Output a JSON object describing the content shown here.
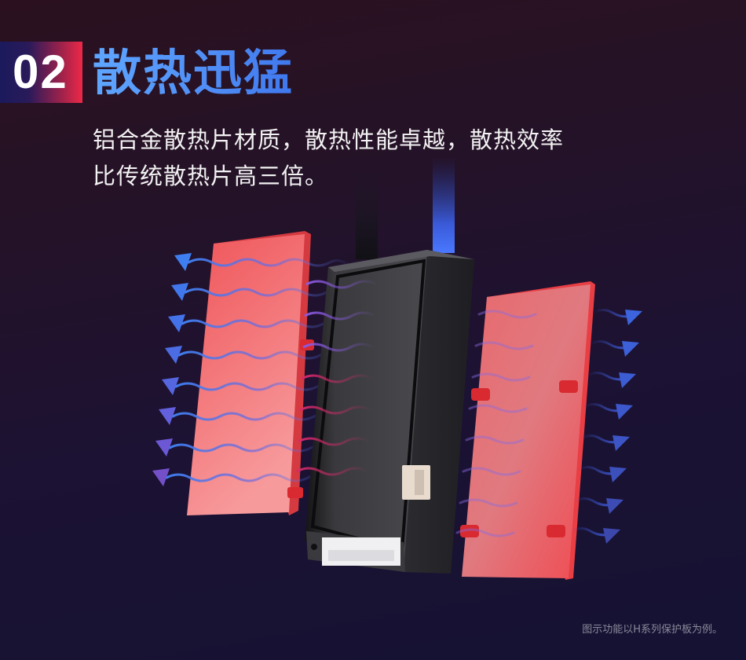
{
  "section": {
    "number": "02",
    "title": "散热迅猛",
    "description_lines": [
      "铝合金散热片材质，散热性能卓越，散热效率",
      "比传统散热片高三倍。"
    ]
  },
  "footnote": "图示功能以H系列保护板为例。",
  "colors": {
    "title_blue": "#4f8cf5",
    "badge_red": "#ee2848",
    "badge_navy": "#1a1a5c",
    "heatsink_red": "#f05a5f",
    "device_black": "#2e2e32",
    "arrow_blue": "#3c6ee6",
    "arrow_purple": "#6a4cc8",
    "wave_magenta": "#d42a6a",
    "background_top": "#2b111f",
    "background_bottom": "#151233"
  },
  "illustration": {
    "left_heatsink": "left-heatsink",
    "device": "protection-board-module",
    "right_heatsink": "right-heatsink",
    "left_arrows_count": 8,
    "right_arrows_count": 8
  }
}
